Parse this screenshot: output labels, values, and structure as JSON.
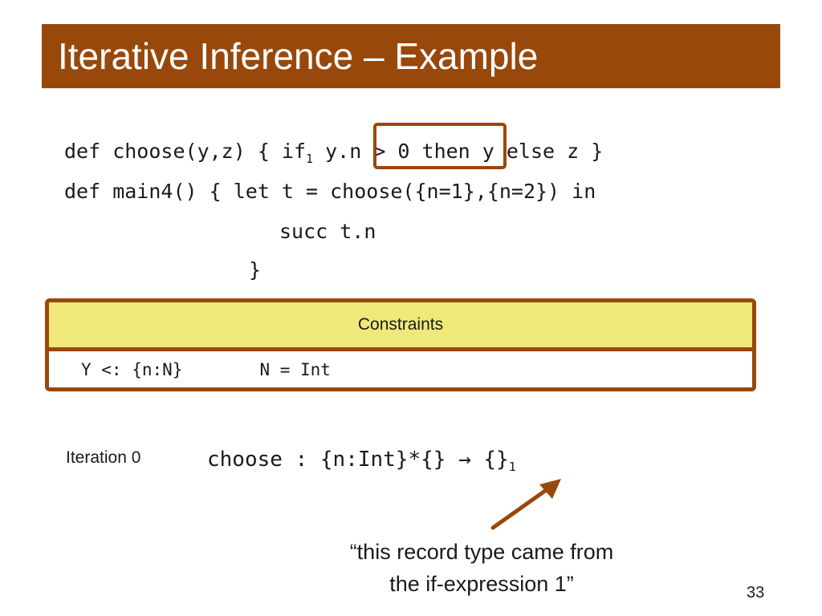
{
  "slide": {
    "title": "Iterative Inference – Example",
    "page_number": "33"
  },
  "code": {
    "line1_pre": "def choose(y,z) { if",
    "line1_sub": "1",
    "line1_post": " y.n > 0 then y else z }",
    "line2": "def main4() { let t = choose({n=1},{n=2}) in",
    "line3": "succ t.n",
    "line4": "}"
  },
  "constraints": {
    "header": "Constraints",
    "items": [
      "Y <: {n:N}",
      "N = Int"
    ]
  },
  "iteration": {
    "label": "Iteration 0",
    "type_name": "choose",
    "type_sig": " : {n:Int}*{} → {}",
    "type_sub": "1"
  },
  "annotation": {
    "line1": "“this record type came from",
    "line2": "the if-expression 1”"
  },
  "colors": {
    "accent": "#98480b",
    "header_fill": "#efe97a"
  }
}
